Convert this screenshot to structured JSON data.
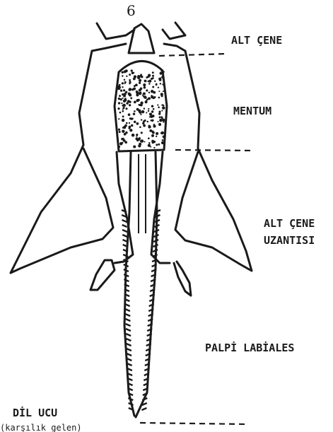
{
  "page_number": "6",
  "labels": {
    "alt_cene": "ALT ÇENE",
    "mentum": "MENTUM",
    "alt_cene_uzantisi_1": "ALT ÇENE",
    "alt_cene_uzantisi_2": "UZANTISI",
    "palpi_labiales": "PALPİ LABİALES",
    "dil_ucu": "DİL UCU",
    "cut_off_line": "(karşılık gelen)"
  },
  "colors": {
    "ink": "#1a1a1a",
    "paper": "#ffffff"
  }
}
